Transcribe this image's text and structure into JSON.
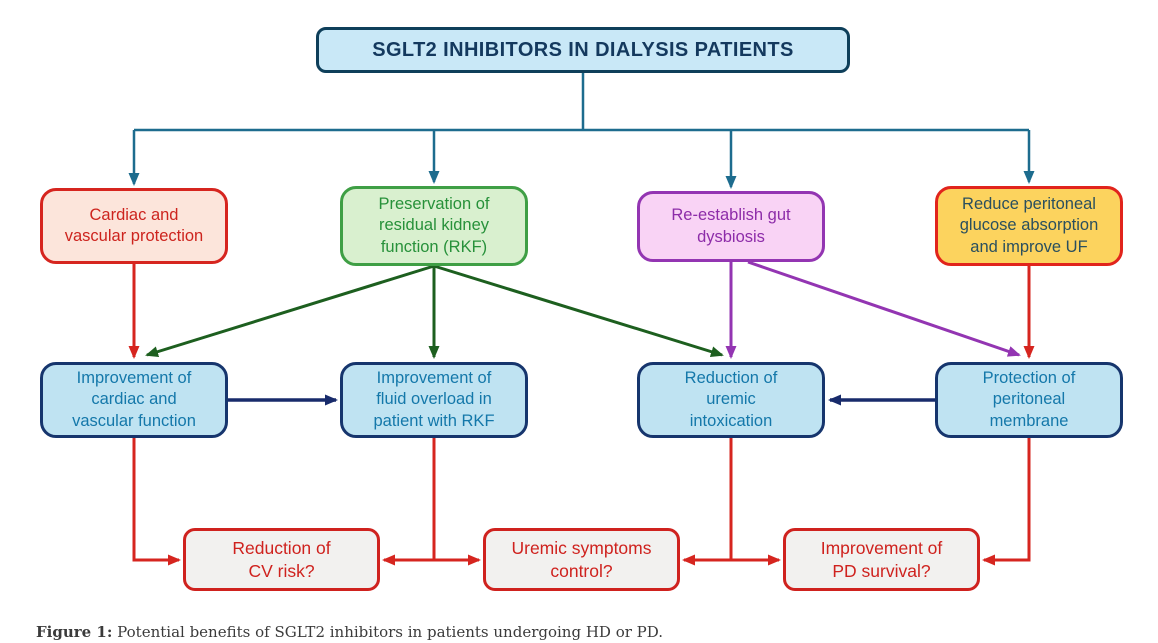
{
  "figure": {
    "caption": {
      "label": "Figure 1:",
      "text": " Potential benefits of SGLT2 inhibitors in patients undergoing HD or PD."
    }
  },
  "nodes": {
    "title": {
      "label": "SGLT2 INHIBITORS IN DIALYSIS PATIENTS"
    },
    "cardiac_protection": {
      "lines": [
        "Cardiac and",
        "vascular protection"
      ]
    },
    "rkf_preservation": {
      "lines": [
        "Preservation of",
        "residual kidney",
        "function (RKF)"
      ]
    },
    "gut_dysbiosis": {
      "lines": [
        "Re-establish gut",
        "dysbiosis"
      ]
    },
    "peritoneal_glucose": {
      "lines": [
        "Reduce peritoneal",
        "glucose absorption",
        "and improve UF"
      ]
    },
    "cardiac_function": {
      "lines": [
        "Improvement of",
        "cardiac and",
        "vascular function"
      ]
    },
    "fluid_overload": {
      "lines": [
        "Improvement of",
        "fluid overload in",
        "patient with RKF"
      ]
    },
    "uremic_intoxication": {
      "lines": [
        "Reduction of",
        "uremic",
        "intoxication"
      ]
    },
    "peritoneal_membrane": {
      "lines": [
        "Protection of",
        "peritoneal",
        "membrane"
      ]
    },
    "cv_risk": {
      "lines": [
        "Reduction of",
        "CV risk?"
      ]
    },
    "uremic_symptoms": {
      "lines": [
        "Uremic symptoms",
        "control?"
      ]
    },
    "pd_survival": {
      "lines": [
        "Improvement of",
        "PD survival?"
      ]
    }
  },
  "edges": [
    {
      "from": "title",
      "to": "cardiac_protection",
      "color": "teal"
    },
    {
      "from": "title",
      "to": "rkf_preservation",
      "color": "teal"
    },
    {
      "from": "title",
      "to": "gut_dysbiosis",
      "color": "teal"
    },
    {
      "from": "title",
      "to": "peritoneal_glucose",
      "color": "teal"
    },
    {
      "from": "cardiac_protection",
      "to": "cardiac_function",
      "color": "red"
    },
    {
      "from": "rkf_preservation",
      "to": "cardiac_function",
      "color": "green"
    },
    {
      "from": "rkf_preservation",
      "to": "fluid_overload",
      "color": "green"
    },
    {
      "from": "rkf_preservation",
      "to": "uremic_intoxication",
      "color": "green"
    },
    {
      "from": "gut_dysbiosis",
      "to": "uremic_intoxication",
      "color": "purple"
    },
    {
      "from": "gut_dysbiosis",
      "to": "peritoneal_membrane",
      "color": "purple"
    },
    {
      "from": "peritoneal_glucose",
      "to": "peritoneal_membrane",
      "color": "red"
    },
    {
      "from": "cardiac_function",
      "to": "fluid_overload",
      "color": "navy"
    },
    {
      "from": "peritoneal_membrane",
      "to": "uremic_intoxication",
      "color": "navy"
    },
    {
      "from": "cardiac_function",
      "to": "cv_risk",
      "color": "red"
    },
    {
      "from": "fluid_overload",
      "to": "cv_risk",
      "color": "red"
    },
    {
      "from": "fluid_overload",
      "to": "uremic_symptoms",
      "color": "red"
    },
    {
      "from": "uremic_intoxication",
      "to": "uremic_symptoms",
      "color": "red"
    },
    {
      "from": "uremic_intoxication",
      "to": "pd_survival",
      "color": "red"
    },
    {
      "from": "peritoneal_membrane",
      "to": "pd_survival",
      "color": "red"
    }
  ],
  "colors": {
    "teal_arrow": "#1d6c8e",
    "red_arrow": "#d6251f",
    "dark_green_arrow": "#1d5f1f",
    "purple_arrow": "#9335b2",
    "navy_arrow": "#182b6b",
    "title_fill": "#c9e8f7",
    "title_border": "#0e3f5a",
    "peach_fill": "#fce5db",
    "green_fill": "#d9f0cf",
    "pink_fill": "#f9d3f5",
    "yellow_fill": "#fcd35e",
    "blue_fill": "#bfe3f2",
    "blue_border": "#16356d",
    "outcome_fill": "#f2f1ef",
    "outcome_border": "#cf221e"
  }
}
